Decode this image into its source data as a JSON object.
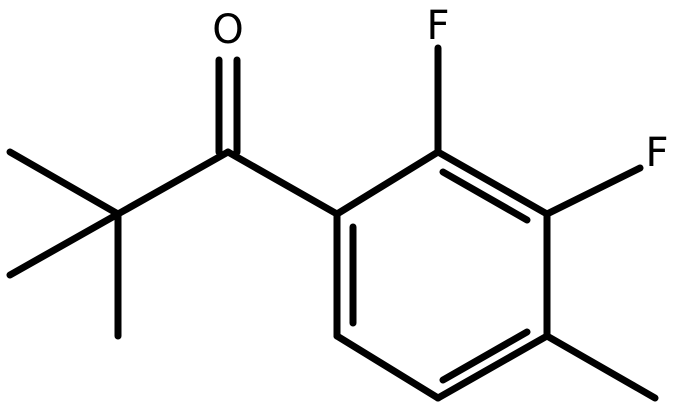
{
  "molecule": {
    "atoms": {
      "oxygen": "O",
      "fluorine_1": "F",
      "fluorine_2": "F"
    },
    "colors": {
      "bond": "#000000",
      "label": "#000000",
      "background": "#ffffff"
    }
  }
}
